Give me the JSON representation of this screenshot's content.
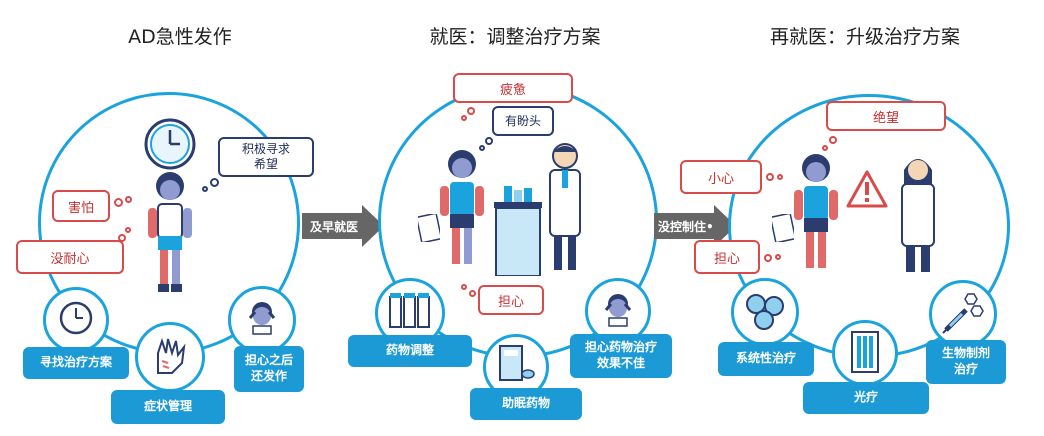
{
  "stages": [
    {
      "title": "AD急性发作"
    },
    {
      "title": "就医：调整治疗方案"
    },
    {
      "title": "再就医：升级治疗方案"
    }
  ],
  "stage1": {
    "thought_hope": "积极寻求\n希望",
    "emotion_fear": "害怕",
    "emotion_impatient": "没耐心",
    "labels": {
      "find": "寻找治疗方案",
      "symptom": "症状管理",
      "worry": "担心之后\n还发作"
    }
  },
  "arrows": {
    "first": "及早就医",
    "second": "没控制住•"
  },
  "stage2": {
    "emotion_tired": "疲惫",
    "thought_hope": "有盼头",
    "emotion_worry": "担心",
    "labels": {
      "drug_adjust": "药物调整",
      "sleep_aid": "助眠药物",
      "drug_worry": "担心药物治疗\n效果不佳"
    }
  },
  "stage3": {
    "emotion_despair": "绝望",
    "emotion_careful": "小心",
    "emotion_worry": "担心",
    "labels": {
      "systemic": "系统性治疗",
      "light": "光疗",
      "biologic": "生物制剂\n治疗"
    }
  },
  "colors": {
    "accent": "#1aa3dc",
    "label": "#1c9ad6",
    "alert": "#d94a4a",
    "navy": "#2b3c6e",
    "arrow": "#666666"
  }
}
